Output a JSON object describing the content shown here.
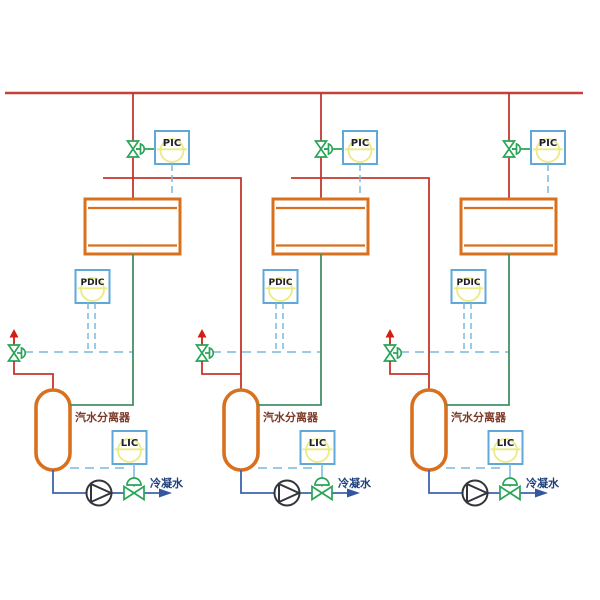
{
  "diagram": {
    "type": "piping-and-instrumentation-diagram",
    "description": "Three parallel steam heat-exchanger trains with steam-water separators",
    "systems_count": 3
  },
  "colors": {
    "steam_line_red": "#c5372e",
    "equipment_orange": "#d8701e",
    "two_phase_line_green": "#449068",
    "condensate_line_blue": "#3c64ae",
    "instrument_signal_blue": "#79b9de",
    "valve_green": "#2aa457",
    "vent_arrow_red": "#d01f14",
    "instrument_box_border_blue": "#5fa8d8",
    "instrument_box_inner_yellow": "#ebeb85",
    "separator_label_color": "#7c3a28",
    "condensate_label_color": "#1e3f7c",
    "pump_outline": "#34343c"
  },
  "systems": [
    {
      "pic": "PIC",
      "pdic": "PDIC",
      "lic": "LIC",
      "separator": "汽水分离器",
      "condensate": "冷凝水"
    },
    {
      "pic": "PIC",
      "pdic": "PDIC",
      "lic": "LIC",
      "separator": "汽水分离器",
      "condensate": "冷凝水"
    },
    {
      "pic": "PIC",
      "pdic": "PDIC",
      "lic": "LIC",
      "separator": "汽水分离器",
      "condensate": "冷凝水"
    }
  ]
}
